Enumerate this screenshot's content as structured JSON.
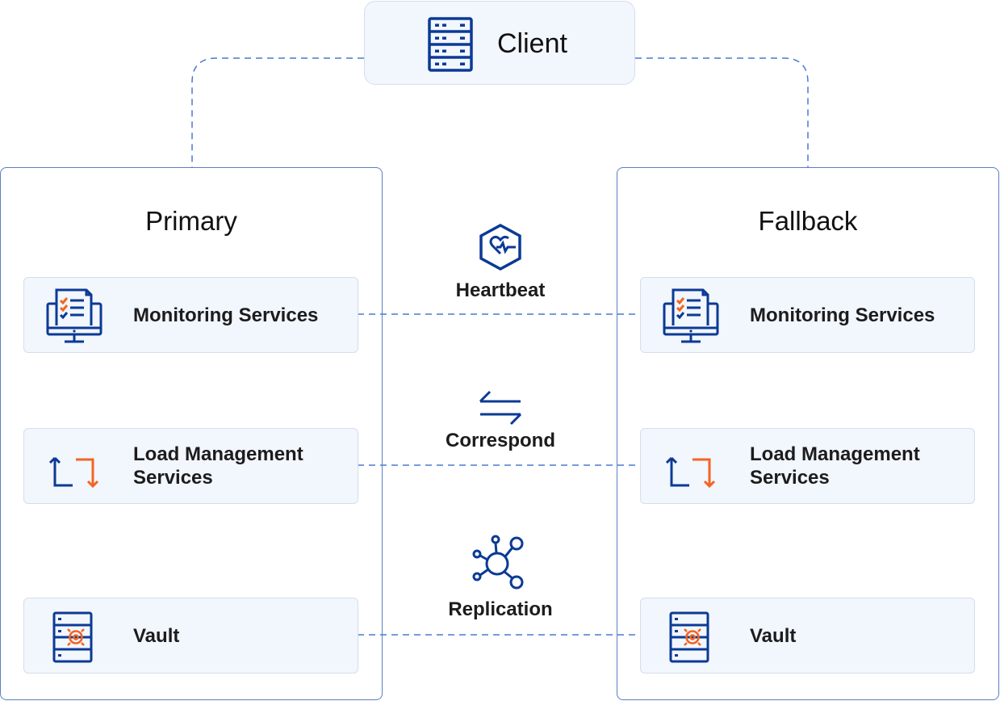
{
  "client": {
    "label": "Client",
    "icon": "server-rack-icon"
  },
  "sites": [
    {
      "title": "Primary",
      "services": [
        {
          "label": "Monitoring Services",
          "icon": "monitor-checklist-icon"
        },
        {
          "label": "Load Management Services",
          "icon": "load-balance-arrows-icon"
        },
        {
          "label": "Vault",
          "icon": "vault-server-icon"
        }
      ]
    },
    {
      "title": "Fallback",
      "services": [
        {
          "label": "Monitoring Services",
          "icon": "monitor-checklist-icon"
        },
        {
          "label": "Load Management Services",
          "icon": "load-balance-arrows-icon"
        },
        {
          "label": "Vault",
          "icon": "vault-server-icon"
        }
      ]
    }
  ],
  "links": [
    {
      "label": "Heartbeat",
      "icon": "heartbeat-hexagon-icon"
    },
    {
      "label": "Correspond",
      "icon": "swap-arrows-icon"
    },
    {
      "label": "Replication",
      "icon": "network-nodes-icon"
    }
  ],
  "colors": {
    "navy": "#0b3a95",
    "orange": "#f26522",
    "dash": "#4a78d2",
    "border": "#5b7fc2",
    "card_bg": "#f2f6fd"
  }
}
